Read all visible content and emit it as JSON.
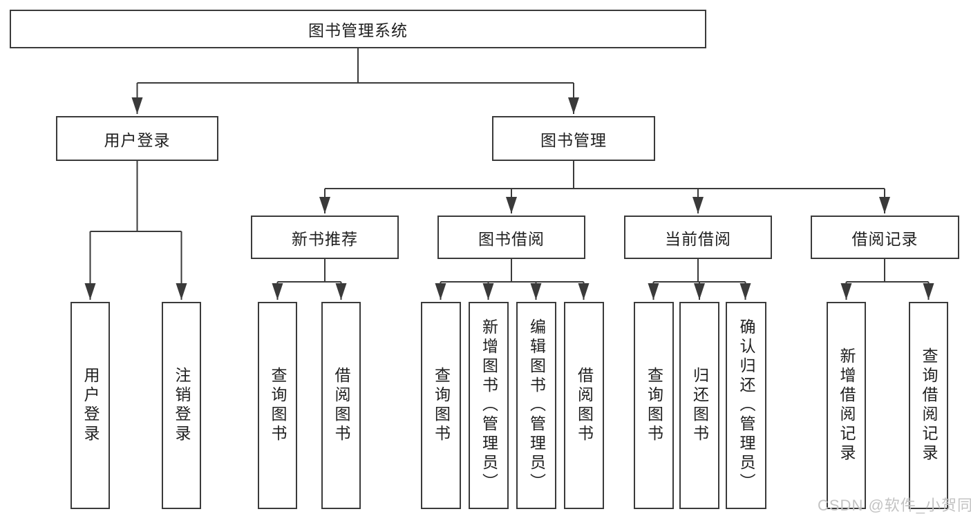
{
  "diagram": {
    "root": {
      "label": "图书管理系统"
    },
    "branches": [
      {
        "label": "用户登录",
        "children": [
          {
            "label": "用户登录"
          },
          {
            "label": "注销登录"
          }
        ]
      },
      {
        "label": "图书管理",
        "sections": [
          {
            "label": "新书推荐",
            "children": [
              {
                "label": "查询图书"
              },
              {
                "label": "借阅图书"
              }
            ]
          },
          {
            "label": "图书借阅",
            "children": [
              {
                "label": "查询图书"
              },
              {
                "label": "新增图书（管理员）"
              },
              {
                "label": "编辑图书（管理员）"
              },
              {
                "label": "借阅图书"
              }
            ]
          },
          {
            "label": "当前借阅",
            "children": [
              {
                "label": "查询图书"
              },
              {
                "label": "归还图书"
              },
              {
                "label": "确认归还（管理员）"
              }
            ]
          },
          {
            "label": "借阅记录",
            "children": [
              {
                "label": "新增借阅记录"
              },
              {
                "label": "查询借阅记录"
              }
            ]
          }
        ]
      }
    ]
  },
  "colors": {
    "line": "#3a3a3a",
    "box_border": "#3a3a3a",
    "text": "#1f1f1f",
    "watermark": "#c3c3c3"
  },
  "watermark": {
    "text": "CSDN @软件_小贺同学"
  }
}
